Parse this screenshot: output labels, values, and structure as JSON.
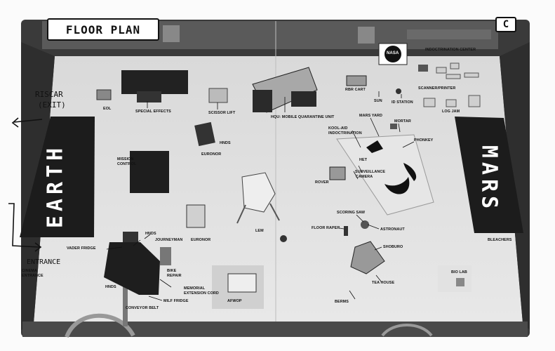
{
  "title": "FLOOR PLAN",
  "corner_tag": "C",
  "earth": "EARTH",
  "mars": "MARS",
  "nasa": "NASA",
  "handwritten": {
    "riscar": "RISCAR",
    "exit": "(EXIT)",
    "entrance": "ENTRANCE"
  },
  "labels": {
    "indoctrination_center": "INDOCTRINATION CENTER",
    "eol": "EOL",
    "special_effects": "SPECIAL EFFECTS",
    "scissor_lift": "SCISSOR LIFT",
    "hqu": "HQU: MOBILE QUARANTINE UNIT",
    "rbr_cart": "RBR CART",
    "sun": "SUN",
    "id_station": "ID STATION",
    "scanner_printer": "SCANNER/PRINTER",
    "log_jam": "LOG JAM",
    "hnds_top": "HNDS",
    "euronor_top": "EURONOR",
    "mars_yard": "MARS YARD",
    "mortar": "MORTAR",
    "kool_aid_1": "KOOL-AID",
    "kool_aid_2": "INDOCTRINATION",
    "phonkey": "PHONKEY",
    "het": "HET",
    "surveillance_1": "SURVEILLANCE",
    "surveillance_2": "CAMERA",
    "mission_1": "MISSION",
    "mission_2": "CONTROL",
    "rover": "ROVER",
    "scoring_saw": "SCORING SAW",
    "floor_raper": "FLOOR RAPER",
    "astronaut": "ASTRONAUT",
    "lem": "LEM",
    "hnds_mid": "HNDS",
    "journeyman": "JOURNEYMAN",
    "euronor_bottom": "EURONOR",
    "vader_fridge": "VADER FRIDGE",
    "shoburo": "SHOBURO",
    "bleachers": "BLEACHERS",
    "cinema_1": "CINEMA",
    "cinema_2": "ENTRANCE",
    "bike_1": "BIKE",
    "bike_2": "REPAIR",
    "memorial_1": "MEMORIAL",
    "memorial_2": "EXTENSION CORD",
    "hnds_bottom": "HNDS",
    "milf_fridge": "MILF FRIDGE",
    "conveyor_belt": "CONVEYOR BELT",
    "afwop": "AFWOP",
    "tea_house": "TEA HOUSE",
    "berms": "BERMS",
    "bio_lab": "BIO LAB"
  }
}
